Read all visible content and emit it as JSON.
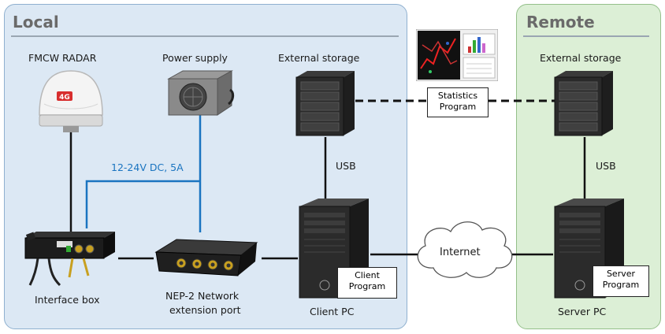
{
  "local": {
    "title": "Local"
  },
  "remote": {
    "title": "Remote"
  },
  "devices": {
    "radar": "FMCW RADAR",
    "power_supply": "Power supply",
    "external_storage_local": "External storage",
    "external_storage_remote": "External storage",
    "interface_box": "Interface box",
    "nep2_line1": "NEP-2 Network",
    "nep2_line2": "extension port",
    "client_pc": "Client PC",
    "server_pc": "Server PC"
  },
  "connections": {
    "power_rating": "12-24V DC, 5A",
    "usb_local": "USB",
    "usb_remote": "USB",
    "internet": "Internet"
  },
  "programs": {
    "statistics_line1": "Statistics",
    "statistics_line2": "Program",
    "client_line1": "Client",
    "client_line2": "Program",
    "server_line1": "Server",
    "server_line2": "Program"
  },
  "radar_badge": "4G",
  "colors": {
    "local_panel": "#dce8f4",
    "remote_panel": "#dcefd6",
    "power_wire": "#1a74c0",
    "data_wire": "#111111"
  }
}
